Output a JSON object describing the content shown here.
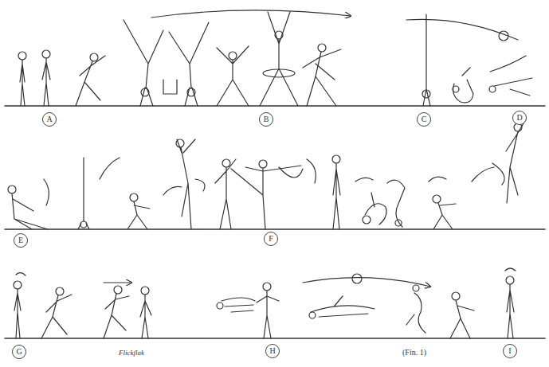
{
  "diagram": {
    "labels": [
      "A",
      "B",
      "C",
      "D",
      "E",
      "F",
      "G",
      "Flickflak",
      "H",
      "(Fin. 1)",
      "I"
    ]
  }
}
